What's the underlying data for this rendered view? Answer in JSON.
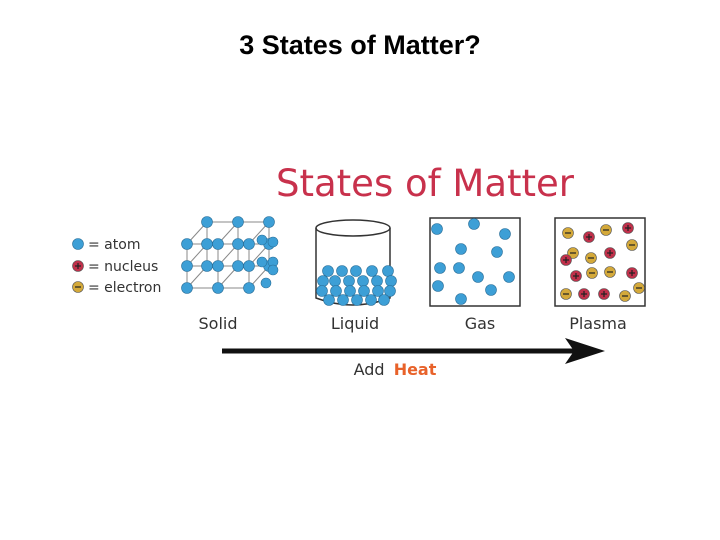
{
  "slide": {
    "title": "3 States of Matter?"
  },
  "diagram": {
    "heading": "States of Matter",
    "legend": [
      {
        "symbol": "atom-icon",
        "label": "= atom"
      },
      {
        "symbol": "nucleus-icon",
        "label": "= nucleus"
      },
      {
        "symbol": "electron-icon",
        "label": "= electron"
      }
    ],
    "states": [
      "Solid",
      "Liquid",
      "Gas",
      "Plasma"
    ],
    "arrow_prefix": "Add",
    "arrow_emphasis": "Heat"
  },
  "colors": {
    "heading": "#c8314c",
    "atom": "#3d9fd6",
    "nucleus": "#c0304a",
    "electron": "#d4a93a",
    "heat": "#e8622a",
    "arrow": "#111111"
  }
}
